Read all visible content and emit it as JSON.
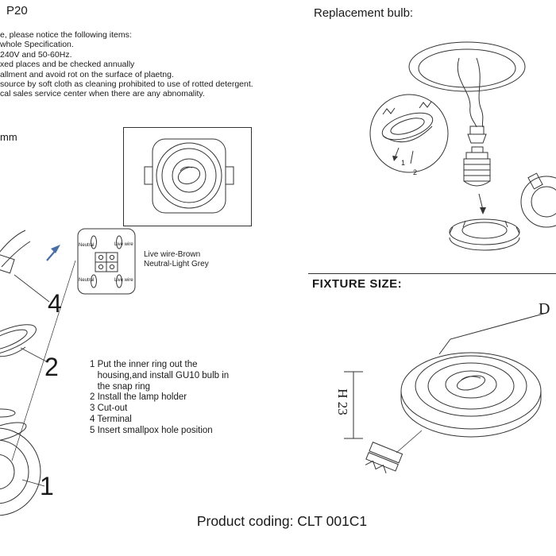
{
  "header": {
    "ip_fragment": "P20"
  },
  "notice": {
    "lines": [
      "e, please notice the following items:",
      "whole Specification.",
      "240V and 50-60Hz.",
      "xed places and be checked annually",
      "allment and avoid rot on the surface of plaetng.",
      "source by soft cloth as cleaning prohibited to use of rotted detergent.",
      "cal sales service center when there are any abnomality."
    ]
  },
  "cutout": {
    "mm_fragment": "mm"
  },
  "wiring": {
    "live": "Live wire-Brown",
    "neutral": "Neutral-Light Grey",
    "top_left": "Neutral",
    "top_right": "Live wire",
    "bottom_left": "Neutral",
    "bottom_right": "Live wire",
    "arrow_color": "#4a6fa5"
  },
  "callouts": {
    "c4": "4",
    "c2": "2",
    "c1": "1"
  },
  "steps": {
    "lines": [
      "1 Put the inner ring out the",
      "   housing,and install GU10 bulb in",
      "   the snap ring",
      "2 Install the lamp holder",
      "3 Cut-out",
      "4 Terminal",
      "5 Insert smallpox hole position"
    ]
  },
  "replacement": {
    "heading": "Replacement bulb:",
    "n1": "1",
    "n2": "2"
  },
  "fixture_size": {
    "heading": "FIXTURE SIZE:",
    "dim_d": "D",
    "dim_h": "H 23"
  },
  "footer": {
    "product_coding": "Product coding: CLT 001C1"
  }
}
